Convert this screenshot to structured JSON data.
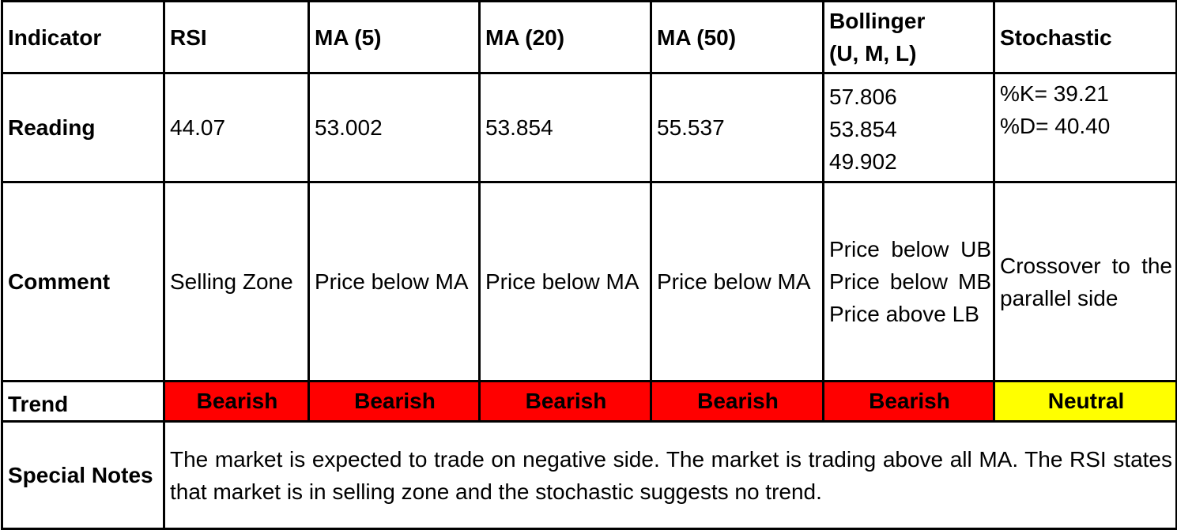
{
  "table": {
    "headers": [
      "Indicator",
      "RSI",
      "MA (5)",
      "MA (20)",
      "MA (50)",
      [
        "Bollinger",
        "(U, M, L)"
      ],
      "Stochastic"
    ],
    "rows": {
      "reading": {
        "label": "Reading",
        "rsi": "44.07",
        "ma5": "53.002",
        "ma20": "53.854",
        "ma50": "55.537",
        "bollinger": [
          "57.806",
          "53.854",
          "49.902"
        ],
        "stochastic": [
          "%K= 39.21",
          "%D= 40.40"
        ]
      },
      "comment": {
        "label": "Comment",
        "rsi": "Selling Zone",
        "ma5": "Price below MA",
        "ma20": "Price below MA",
        "ma50": "Price below MA",
        "bollinger": "Price below UB Price below MB Price above LB",
        "stochastic": "Crossover to the parallel side"
      },
      "trend": {
        "label": "Trend",
        "rsi": "Bearish",
        "ma5": "Bearish",
        "ma20": "Bearish",
        "ma50": "Bearish",
        "bollinger": "Bearish",
        "stochastic": "Neutral"
      },
      "notes": {
        "label": "Special Notes",
        "text": "The market is expected to trade on negative side. The market is trading above all MA. The RSI states that market is in selling zone and the stochastic suggests no trend."
      }
    },
    "colors": {
      "bearish": "#ff0000",
      "neutral": "#ffff00",
      "border": "#000000"
    }
  }
}
